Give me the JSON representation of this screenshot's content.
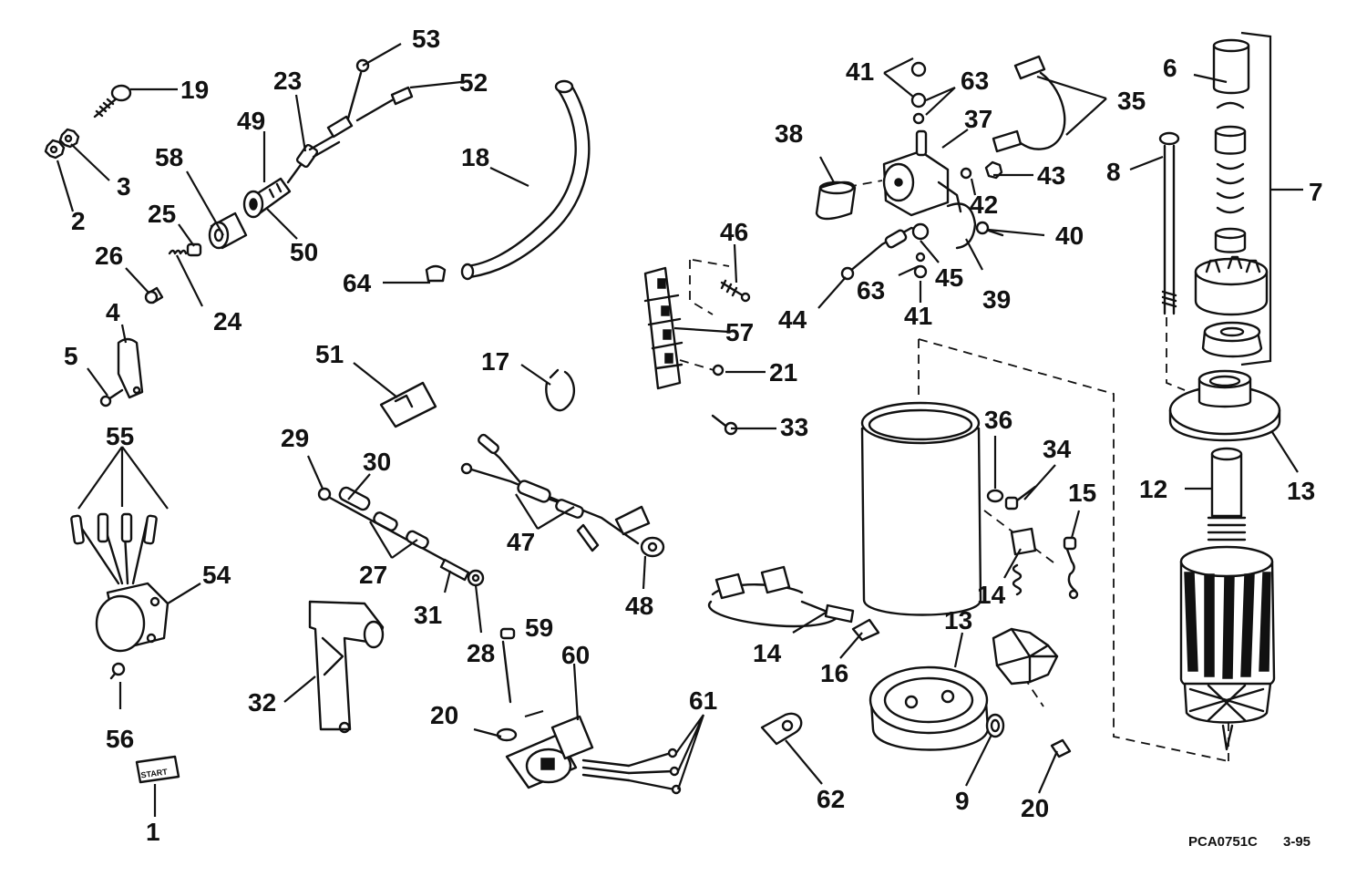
{
  "diagram": {
    "drawing_code": "PCA0751C",
    "revision": "3-95",
    "start_label": "START",
    "callouts": [
      {
        "id": "c1",
        "text": "1"
      },
      {
        "id": "c2",
        "text": "2"
      },
      {
        "id": "c3",
        "text": "3"
      },
      {
        "id": "c4",
        "text": "4"
      },
      {
        "id": "c5",
        "text": "5"
      },
      {
        "id": "c6",
        "text": "6"
      },
      {
        "id": "c7",
        "text": "7"
      },
      {
        "id": "c8",
        "text": "8"
      },
      {
        "id": "c9",
        "text": "9"
      },
      {
        "id": "c12",
        "text": "12"
      },
      {
        "id": "c13a",
        "text": "13"
      },
      {
        "id": "c13b",
        "text": "13"
      },
      {
        "id": "c14a",
        "text": "14"
      },
      {
        "id": "c14b",
        "text": "14"
      },
      {
        "id": "c15",
        "text": "15"
      },
      {
        "id": "c16",
        "text": "16"
      },
      {
        "id": "c17",
        "text": "17"
      },
      {
        "id": "c18",
        "text": "18"
      },
      {
        "id": "c19",
        "text": "19"
      },
      {
        "id": "c20a",
        "text": "20"
      },
      {
        "id": "c20b",
        "text": "20"
      },
      {
        "id": "c21",
        "text": "21"
      },
      {
        "id": "c23",
        "text": "23"
      },
      {
        "id": "c24",
        "text": "24"
      },
      {
        "id": "c25",
        "text": "25"
      },
      {
        "id": "c26",
        "text": "26"
      },
      {
        "id": "c27",
        "text": "27"
      },
      {
        "id": "c28",
        "text": "28"
      },
      {
        "id": "c29",
        "text": "29"
      },
      {
        "id": "c30",
        "text": "30"
      },
      {
        "id": "c31",
        "text": "31"
      },
      {
        "id": "c32",
        "text": "32"
      },
      {
        "id": "c33",
        "text": "33"
      },
      {
        "id": "c34",
        "text": "34"
      },
      {
        "id": "c35",
        "text": "35"
      },
      {
        "id": "c36",
        "text": "36"
      },
      {
        "id": "c37",
        "text": "37"
      },
      {
        "id": "c38",
        "text": "38"
      },
      {
        "id": "c39",
        "text": "39"
      },
      {
        "id": "c40",
        "text": "40"
      },
      {
        "id": "c41a",
        "text": "41"
      },
      {
        "id": "c41b",
        "text": "41"
      },
      {
        "id": "c42",
        "text": "42"
      },
      {
        "id": "c43",
        "text": "43"
      },
      {
        "id": "c44",
        "text": "44"
      },
      {
        "id": "c45",
        "text": "45"
      },
      {
        "id": "c46",
        "text": "46"
      },
      {
        "id": "c47",
        "text": "47"
      },
      {
        "id": "c48",
        "text": "48"
      },
      {
        "id": "c49",
        "text": "49"
      },
      {
        "id": "c50",
        "text": "50"
      },
      {
        "id": "c51",
        "text": "51"
      },
      {
        "id": "c52",
        "text": "52"
      },
      {
        "id": "c53",
        "text": "53"
      },
      {
        "id": "c54",
        "text": "54"
      },
      {
        "id": "c55",
        "text": "55"
      },
      {
        "id": "c56",
        "text": "56"
      },
      {
        "id": "c57",
        "text": "57"
      },
      {
        "id": "c58",
        "text": "58"
      },
      {
        "id": "c59",
        "text": "59"
      },
      {
        "id": "c60",
        "text": "60"
      },
      {
        "id": "c61",
        "text": "61"
      },
      {
        "id": "c62",
        "text": "62"
      },
      {
        "id": "c63a",
        "text": "63"
      },
      {
        "id": "c63b",
        "text": "63"
      },
      {
        "id": "c64",
        "text": "64"
      }
    ]
  }
}
